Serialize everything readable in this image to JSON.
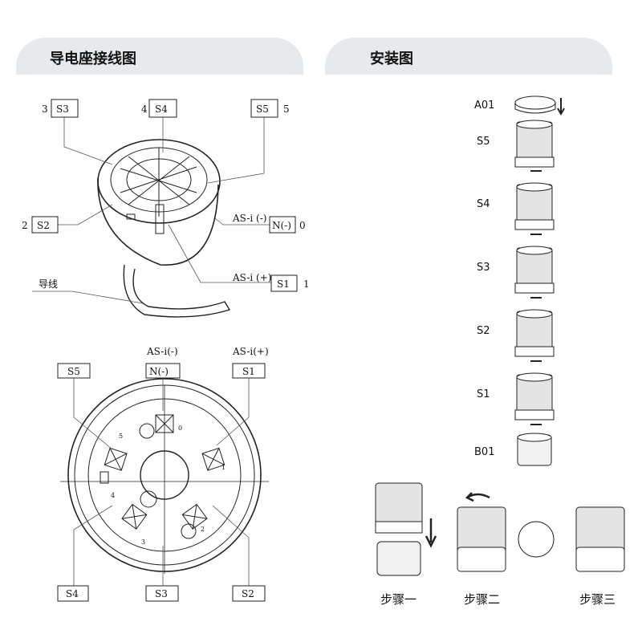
{
  "sections": {
    "wiring_title": "导电座接线图",
    "install_title": "安装图"
  },
  "wiring_3d": {
    "labels": [
      {
        "num": "3",
        "box": "S3"
      },
      {
        "num": "4",
        "box": "S4"
      },
      {
        "num": "5",
        "box": "S5"
      },
      {
        "num": "2",
        "box": "S2"
      },
      {
        "num": "0",
        "box": "N(-)",
        "note": "AS-i (-)"
      },
      {
        "num": "1",
        "box": "S1",
        "note": "AS-i (+)"
      }
    ],
    "wire_label": "导线"
  },
  "wiring_top": {
    "top_boxes": [
      "S5",
      "N(-)",
      "S1"
    ],
    "top_notes": [
      "AS-i(-)",
      "AS-i(+)"
    ],
    "bottom_boxes": [
      "S4",
      "S3",
      "S2"
    ],
    "pin_numbers": [
      "0",
      "1",
      "2",
      "3",
      "4",
      "5"
    ]
  },
  "install": {
    "stack": [
      "A01",
      "S5",
      "S4",
      "S3",
      "S2",
      "S1",
      "B01"
    ],
    "steps": [
      "步骤一",
      "步骤二",
      "步骤三"
    ]
  }
}
